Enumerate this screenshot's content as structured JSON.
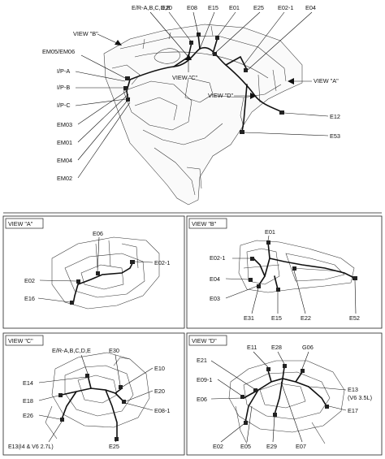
{
  "overview": {
    "top_labels": [
      "E/R-A,B,C,D,E",
      "E20",
      "E08",
      "E15",
      "E01",
      "E25",
      "E02-1",
      "E04"
    ],
    "left_labels": [
      "EM05/EM06",
      "I/P-A",
      "I/P-B",
      "I/P-C",
      "EM03",
      "EM01",
      "EM04",
      "EM02"
    ],
    "right_labels": [
      "E12",
      "E53"
    ],
    "view_labels": [
      "VIEW \"B\"",
      "VIEW \"C\"",
      "VIEW \"D\"",
      "VIEW \"A\""
    ]
  },
  "panels": {
    "a": {
      "title": "VIEW \"A\"",
      "labels": [
        "E06",
        "E02-1",
        "E02",
        "E16"
      ]
    },
    "b": {
      "title": "VIEW \"B\"",
      "labels": [
        "E01",
        "E02-1",
        "E04",
        "E03",
        "E31",
        "E15",
        "E22",
        "E52"
      ]
    },
    "c": {
      "title": "VIEW \"C\"",
      "labels": [
        "E/R-A,B,C,D,E",
        "E30",
        "E10",
        "E14",
        "E18",
        "E20",
        "E26",
        "E08-1",
        "E13(I4 & V6 2.7L)",
        "E25"
      ]
    },
    "d": {
      "title": "VIEW \"D\"",
      "labels": [
        "E11",
        "E28",
        "G06",
        "E21",
        "E09-1",
        "E13",
        "(V6 3.5L)",
        "E06",
        "E17",
        "E02",
        "E05",
        "E29",
        "E07"
      ]
    }
  }
}
